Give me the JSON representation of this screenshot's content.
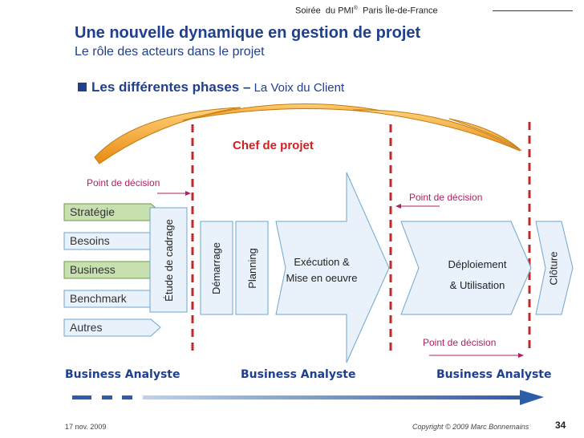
{
  "header": {
    "event": "Soirée",
    "org": "du PMI",
    "org_mark": "®",
    "location": "Paris Île-de-France"
  },
  "title": "Une nouvelle dynamique en gestion de projet",
  "subtitle": "Le rôle des acteurs dans le projet",
  "bullet": {
    "main": "Les différentes phases –",
    "rest": " La Voix du Client"
  },
  "chef_label": "Chef de projet",
  "decision_label": "Point de décision",
  "inputs": [
    "Stratégie",
    "Besoins",
    "Business",
    "Benchmark",
    "Autres"
  ],
  "phases": {
    "etude": "Étude de cadrage",
    "demarrage": "Démarrage",
    "planning": "Planning",
    "execution_1": "Exécution &",
    "execution_2": "Mise en oeuvre",
    "deploiement_1": "Déploiement",
    "deploiement_2": "& Utilisation",
    "cloture": "Clôture"
  },
  "business_analyst": "Business Analyste",
  "footer": {
    "date": "17 nov. 2009",
    "copyright": "Copyright © 2009 Marc Bonnemains",
    "page": "34"
  },
  "colors": {
    "title_blue": "#1f3f8f",
    "chef_red": "#d02020",
    "decision_pink": "#b02060",
    "arc_orange": "#f5a623",
    "dash_red": "#c0282a",
    "box_blue": "#e9f2fb",
    "box_green": "#c8dfb0"
  }
}
